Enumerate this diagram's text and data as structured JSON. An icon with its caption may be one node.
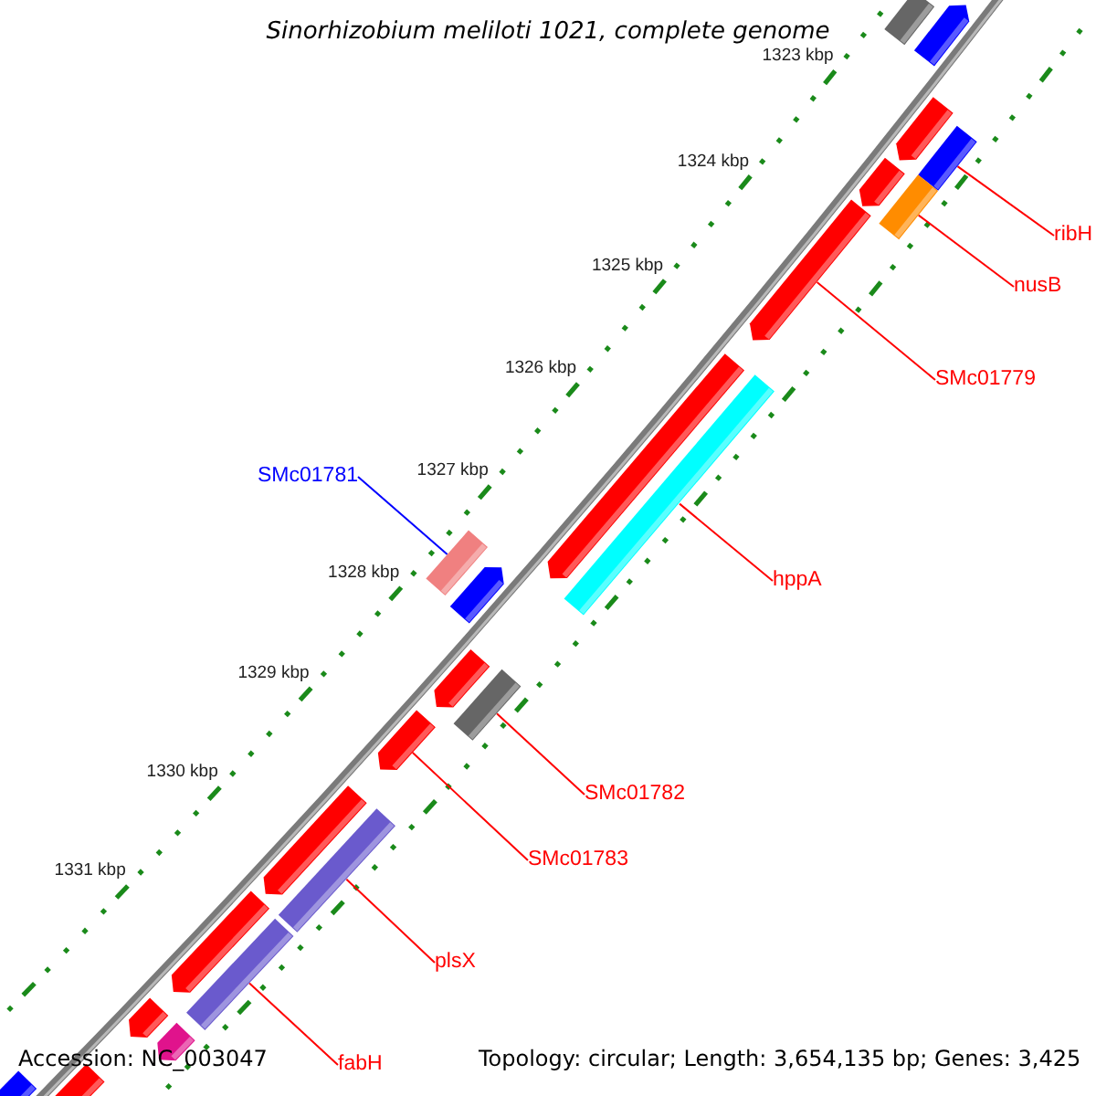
{
  "diagram": {
    "title": "Sinorhizobium meliloti 1021, complete genome",
    "nodes": [
      {
        "text": [
          "ribH"
        ]
      },
      {
        "text": [
          "nusB"
        ]
      },
      {
        "text": [
          "SMc01779"
        ]
      },
      {
        "text": [
          "hppA"
        ]
      },
      {
        "text": [
          "SMc01781"
        ]
      },
      {
        "text": [
          "SMc01782"
        ]
      },
      {
        "text": [
          "SMc01783"
        ]
      },
      {
        "text": [
          "plsX"
        ]
      },
      {
        "text": [
          "fabH"
        ]
      },
      {
        "text": [],
        "shape": "box"
      },
      {
        "text": [],
        "shape": "arrow"
      },
      {
        "text": [],
        "shape": "arrow"
      },
      {
        "text": [],
        "shape": "box"
      },
      {
        "text": [],
        "shape": "arrow"
      },
      {
        "text": [],
        "shape": "box"
      },
      {
        "text": [],
        "shape": "arrow"
      },
      {
        "text": [],
        "shape": "arrow"
      },
      {
        "text": [],
        "shape": "box"
      },
      {
        "text": [],
        "shape": "box"
      },
      {
        "text": [],
        "shape": "arrow"
      },
      {
        "text": [],
        "shape": "arrow"
      },
      {
        "text": [],
        "shape": "box"
      },
      {
        "text": [],
        "shape": "arrow"
      },
      {
        "text": [],
        "shape": "arrow"
      },
      {
        "text": [],
        "shape": "box"
      },
      {
        "text": [],
        "shape": "arrow"
      },
      {
        "text": [],
        "shape": "box"
      },
      {
        "text": [],
        "shape": "arrow"
      },
      {
        "text": [],
        "shape": "arrow"
      },
      {
        "text": [],
        "shape": "box"
      },
      {
        "text": [],
        "shape": "box"
      }
    ],
    "edges": [
      {
        "from": 0,
        "to": 12,
        "arrow": "none"
      },
      {
        "from": 1,
        "to": 14,
        "arrow": "none"
      },
      {
        "from": 2,
        "to": 15,
        "arrow": "none"
      },
      {
        "from": 3,
        "to": 17,
        "arrow": "none"
      },
      {
        "from": 4,
        "to": 18,
        "arrow": "none",
        "color": "#0000ff"
      },
      {
        "from": 5,
        "to": 21,
        "arrow": "none"
      },
      {
        "from": 6,
        "to": 22,
        "arrow": "none"
      },
      {
        "from": 7,
        "to": 24,
        "arrow": "none"
      },
      {
        "from": 8,
        "to": 26,
        "arrow": "none"
      }
    ],
    "labels": [
      "1323 kbp",
      "1324 kbp",
      "1325 kbp",
      "1326 kbp",
      "1327 kbp",
      "1328 kbp",
      "1329 kbp",
      "1330 kbp",
      "1331 kbp",
      "Accession: NC_003047",
      "Topology: circular; Length: 3,654,135 bp; Genes: 3,425"
    ]
  }
}
